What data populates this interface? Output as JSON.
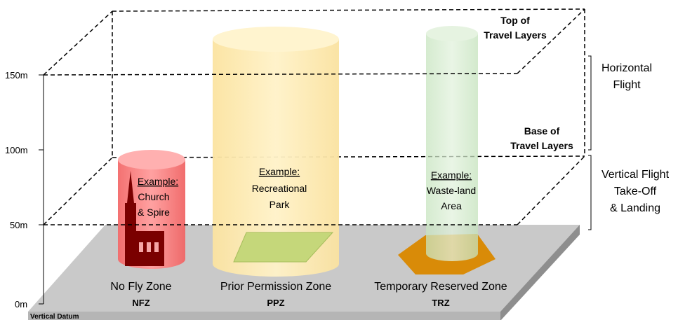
{
  "axis": {
    "ticks": [
      "150m",
      "100m",
      "50m",
      "0m"
    ],
    "datum": "Vertical Datum"
  },
  "layers": {
    "top": [
      "Top of",
      "Travel Layers"
    ],
    "base": [
      "Base of",
      "Travel Layers"
    ]
  },
  "brackets": {
    "horizontal": [
      "Horizontal",
      "Flight"
    ],
    "vertical": [
      "Vertical Flight",
      "Take-Off",
      "& Landing"
    ]
  },
  "zones": [
    {
      "example": "Example:",
      "desc": [
        "Church",
        "& Spire"
      ],
      "name": "No Fly Zone",
      "abbr": "NFZ",
      "color": "#ff7f7f"
    },
    {
      "example": "Example:",
      "desc": [
        "Recreational",
        "Park"
      ],
      "name": "Prior Permission Zone",
      "abbr": "PPZ",
      "color": "#fde9a8"
    },
    {
      "example": "Example:",
      "desc": [
        "Waste-land",
        "Area"
      ],
      "name": "Temporary Reserved Zone",
      "abbr": "TRZ",
      "color": "#cfe8c6"
    }
  ],
  "colors": {
    "ground": "#c8c8c8",
    "ground_side": "#8c8c8c",
    "church": "#7a0000",
    "park": "#c5d77a",
    "wasteland": "#d98b08"
  }
}
